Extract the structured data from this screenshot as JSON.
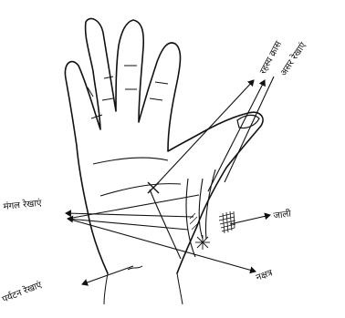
{
  "diagram": {
    "labels": {
      "rahasya_kraas": "रहस्य क्रास",
      "asar_rekhayen": "असर रेखाएं",
      "mangal_rekhayen": "मंगल रेखाएं",
      "jaali": "जाली",
      "nakshatra": "नक्षत्र",
      "paryatan_rekhayen": "पर्यटन रेखाएं"
    }
  }
}
